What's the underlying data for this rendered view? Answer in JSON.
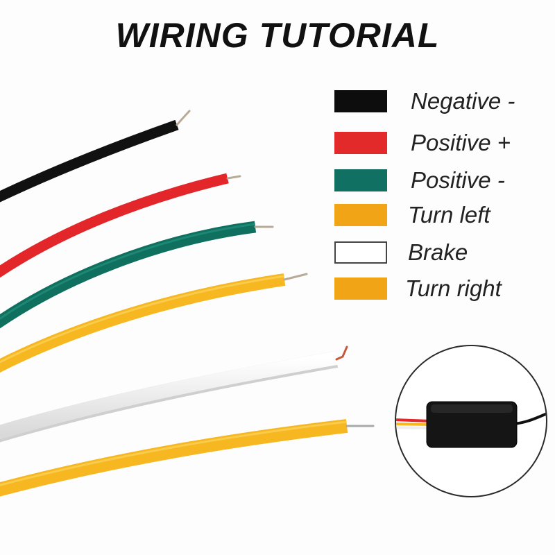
{
  "title": "WIRING TUTORIAL",
  "legend": [
    {
      "label": "Negative -",
      "color": "#0d0d0d"
    },
    {
      "label": "Positive +",
      "color": "#e22a2a"
    },
    {
      "label": "Positive -",
      "color": "#107062"
    },
    {
      "label": "Turn left",
      "color": "#f1a516"
    },
    {
      "label": "Brake",
      "color": "#ffffff"
    },
    {
      "label": "Turn right",
      "color": "#f1a516"
    }
  ],
  "wire_colors": {
    "black": "#111111",
    "red": "#e3262a",
    "green": "#10705f",
    "yellow": "#f6b720",
    "white": "#f1f1f1",
    "copper": "#c9b8a0"
  }
}
